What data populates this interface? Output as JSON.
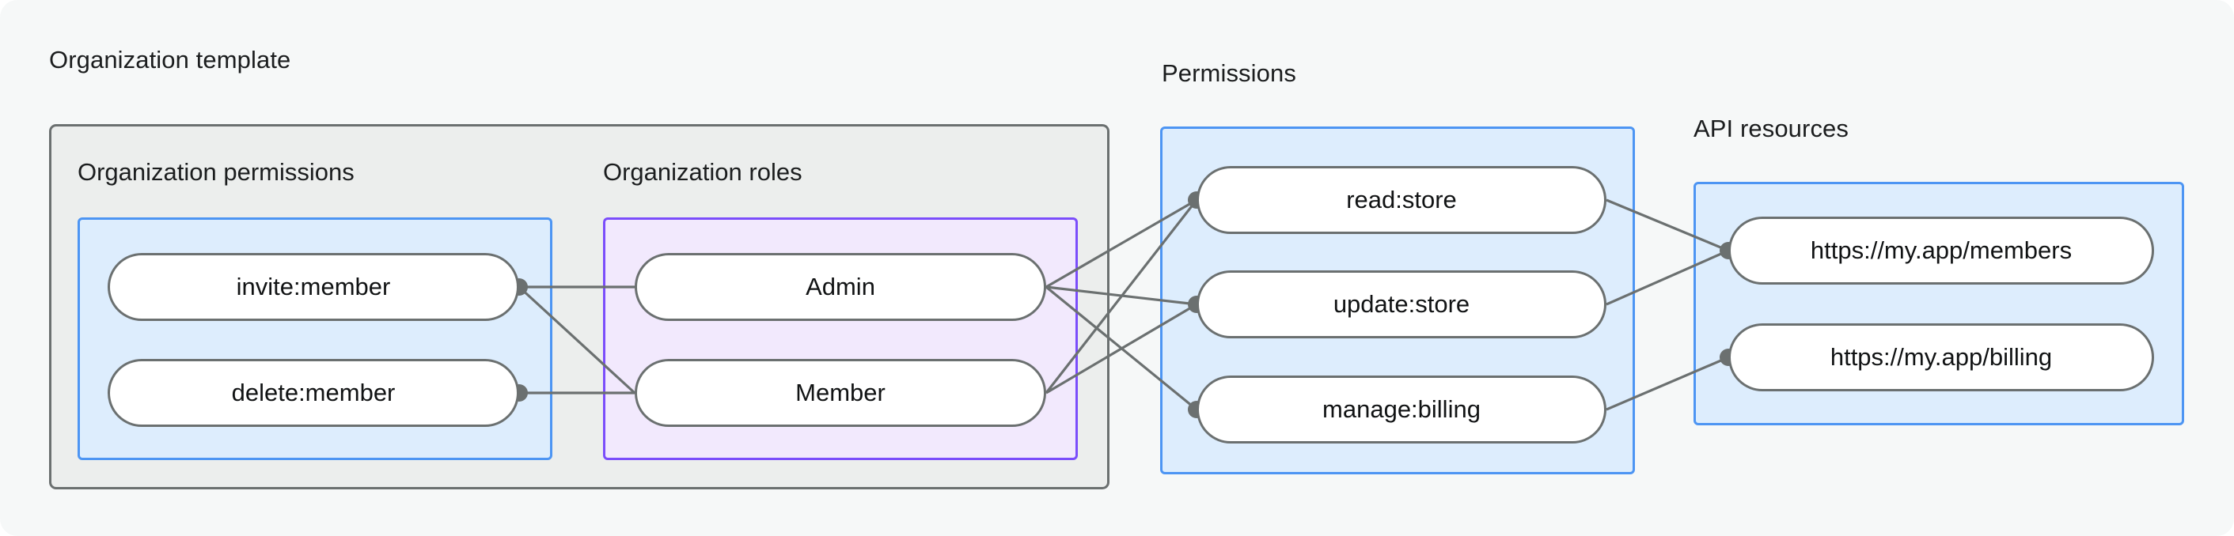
{
  "diagram": {
    "title_org_template": "Organization template",
    "title_permissions": "Permissions",
    "title_api_resources": "API resources",
    "subtitle_org_permissions": "Organization permissions",
    "subtitle_org_roles": "Organization roles",
    "colors": {
      "canvas_bg": "#f6f8f8",
      "outer_box_bg": "#eceeed",
      "outer_box_border": "#6b7070",
      "blue_box_bg": "#ddedfd",
      "blue_box_border": "#4d95f3",
      "purple_box_bg": "#f2e9fd",
      "purple_box_border": "#7b4dfb",
      "node_bg": "#ffffff",
      "node_border": "#6b7070",
      "edge_stroke": "#6b7070",
      "text": "#1b1d1e"
    },
    "nodes": {
      "org_permissions": [
        {
          "id": "invite-member",
          "label": "invite:member"
        },
        {
          "id": "delete-member",
          "label": "delete:member"
        }
      ],
      "org_roles": [
        {
          "id": "admin",
          "label": "Admin"
        },
        {
          "id": "member",
          "label": "Member"
        }
      ],
      "permissions": [
        {
          "id": "read-store",
          "label": "read:store"
        },
        {
          "id": "update-store",
          "label": "update:store"
        },
        {
          "id": "manage-billing",
          "label": "manage:billing"
        }
      ],
      "api_resources": [
        {
          "id": "members-url",
          "label": "https://my.app/members"
        },
        {
          "id": "billing-url",
          "label": "https://my.app/billing"
        }
      ]
    },
    "edges": [
      {
        "from": "invite-member",
        "to": "admin"
      },
      {
        "from": "invite-member",
        "to": "member"
      },
      {
        "from": "delete-member",
        "to": "member"
      },
      {
        "from": "admin",
        "to": "read-store"
      },
      {
        "from": "admin",
        "to": "update-store"
      },
      {
        "from": "admin",
        "to": "manage-billing"
      },
      {
        "from": "member",
        "to": "read-store"
      },
      {
        "from": "member",
        "to": "update-store"
      },
      {
        "from": "read-store",
        "to": "members-url"
      },
      {
        "from": "update-store",
        "to": "members-url"
      },
      {
        "from": "manage-billing",
        "to": "billing-url"
      }
    ]
  }
}
